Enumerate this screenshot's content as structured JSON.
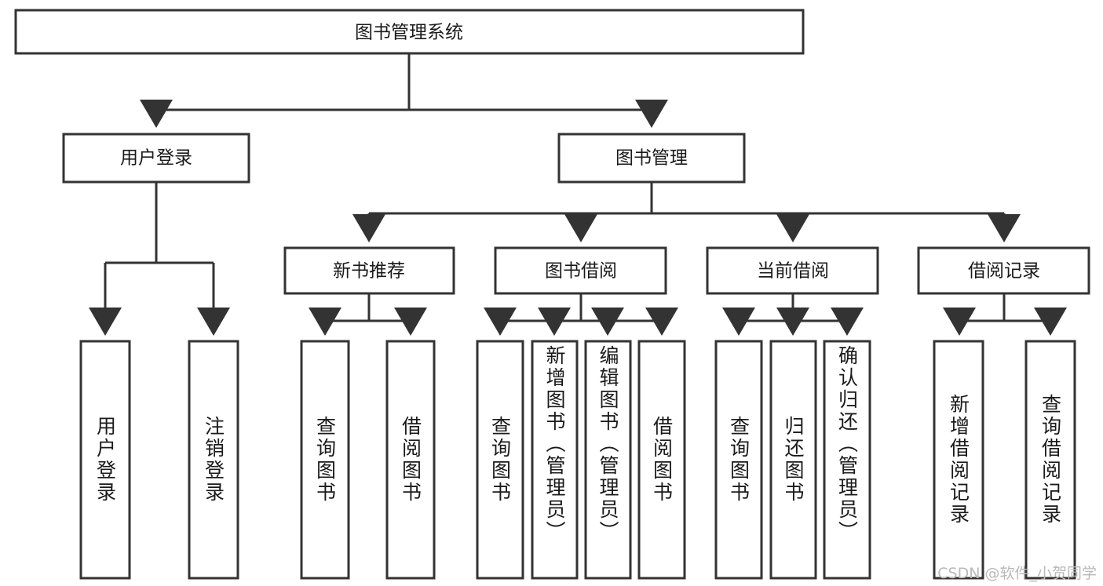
{
  "diagram": {
    "type": "tree-hierarchy-flowchart",
    "title": "图书管理系统",
    "root": {
      "id": "root",
      "label": "图书管理系统"
    },
    "level2": [
      {
        "id": "user-login",
        "label": "用户登录"
      },
      {
        "id": "book-management",
        "label": "图书管理"
      }
    ],
    "level3": [
      {
        "id": "new-book-recommend",
        "label": "新书推荐",
        "parent": "book-management"
      },
      {
        "id": "book-borrow",
        "label": "图书借阅",
        "parent": "book-management"
      },
      {
        "id": "current-borrow",
        "label": "当前借阅",
        "parent": "book-management"
      },
      {
        "id": "borrow-record",
        "label": "借阅记录",
        "parent": "book-management"
      }
    ],
    "leaves": [
      {
        "id": "leaf-user-login",
        "label": "用户登录",
        "parent": "user-login"
      },
      {
        "id": "leaf-user-logout",
        "label": "注销登录",
        "parent": "user-login"
      },
      {
        "id": "leaf-query-book-1",
        "label": "查询图书",
        "parent": "new-book-recommend"
      },
      {
        "id": "leaf-borrow-book-1",
        "label": "借阅图书",
        "parent": "new-book-recommend"
      },
      {
        "id": "leaf-query-book-2",
        "label": "查询图书",
        "parent": "book-borrow"
      },
      {
        "id": "leaf-add-book",
        "label": "新增图书（管理员）",
        "parent": "book-borrow"
      },
      {
        "id": "leaf-edit-book",
        "label": "编辑图书（管理员）",
        "parent": "book-borrow"
      },
      {
        "id": "leaf-borrow-book-2",
        "label": "借阅图书",
        "parent": "book-borrow"
      },
      {
        "id": "leaf-query-book-3",
        "label": "查询图书",
        "parent": "current-borrow"
      },
      {
        "id": "leaf-return-book",
        "label": "归还图书",
        "parent": "current-borrow"
      },
      {
        "id": "leaf-confirm-return",
        "label": "确认归还（管理员）",
        "parent": "current-borrow"
      },
      {
        "id": "leaf-add-record",
        "label": "新增借阅记录",
        "parent": "borrow-record"
      },
      {
        "id": "leaf-query-record",
        "label": "查询借阅记录",
        "parent": "borrow-record"
      }
    ],
    "colors": {
      "stroke": "#333333",
      "fill": "#ffffff",
      "text": "#1a1a1a",
      "watermark": "#b9b9b9"
    }
  },
  "watermark": {
    "text": "CSDN @软件_小贺同学"
  }
}
